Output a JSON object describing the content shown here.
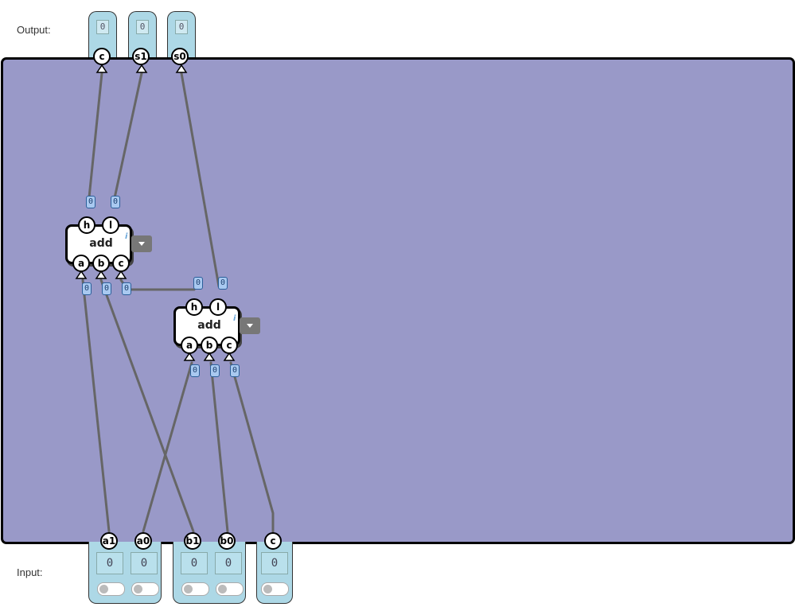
{
  "labels": {
    "output": "Output:",
    "input": "Input:"
  },
  "outputs": [
    {
      "name": "c",
      "value": "0"
    },
    {
      "name": "s1",
      "value": "0"
    },
    {
      "name": "s0",
      "value": "0"
    }
  ],
  "inputs": [
    {
      "name": "a1",
      "value": "0"
    },
    {
      "name": "a0",
      "value": "0"
    },
    {
      "name": "b1",
      "value": "0"
    },
    {
      "name": "b0",
      "value": "0"
    },
    {
      "name": "c",
      "value": "0"
    }
  ],
  "gates": [
    {
      "title": "add",
      "out_ports": [
        "h",
        "l"
      ],
      "in_ports": [
        "a",
        "b",
        "c"
      ],
      "info": "i"
    },
    {
      "title": "add",
      "out_ports": [
        "h",
        "l"
      ],
      "in_ports": [
        "a",
        "b",
        "c"
      ],
      "info": "i"
    }
  ],
  "wire_value": "0",
  "colors": {
    "canvas": "#9999c8",
    "card": "#add8e6",
    "wire": "#666666",
    "badge": "#a9c9f0"
  }
}
